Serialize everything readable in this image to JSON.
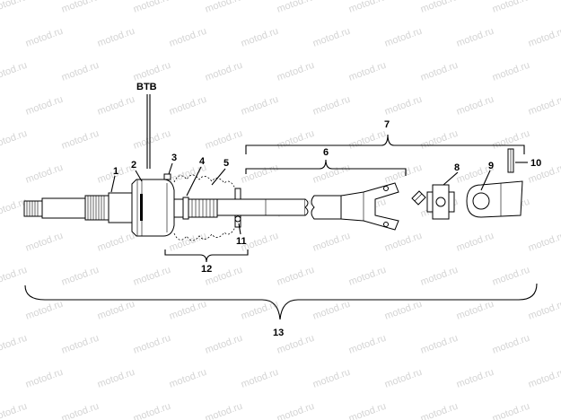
{
  "watermark": {
    "text": "motod.ru"
  },
  "labels": {
    "btb": "BTB",
    "p1": "1",
    "p2": "2",
    "p3": "3",
    "p4": "4",
    "p5": "5",
    "p6": "6",
    "p7": "7",
    "p8": "8",
    "p9": "9",
    "p10": "10",
    "p11": "11",
    "p12": "12",
    "p13": "13"
  }
}
